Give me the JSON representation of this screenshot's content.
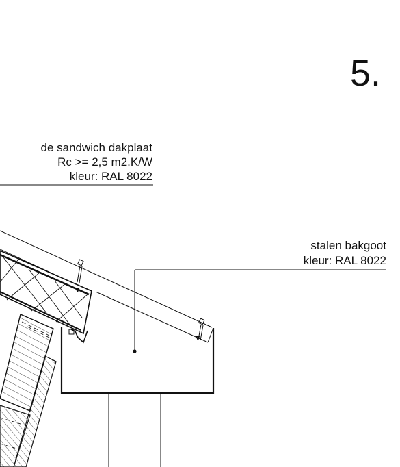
{
  "section_number": "5.",
  "labels": {
    "roof_panel": {
      "line1": "de sandwich dakplaat",
      "line2": "Rc >= 2,5 m2.K/W",
      "line3": "kleur: RAL 8022"
    },
    "gutter": {
      "line1": "stalen bakgoot",
      "line2": "kleur: RAL 8022"
    }
  },
  "colors": {
    "ink": "#111111",
    "background": "#ffffff"
  }
}
